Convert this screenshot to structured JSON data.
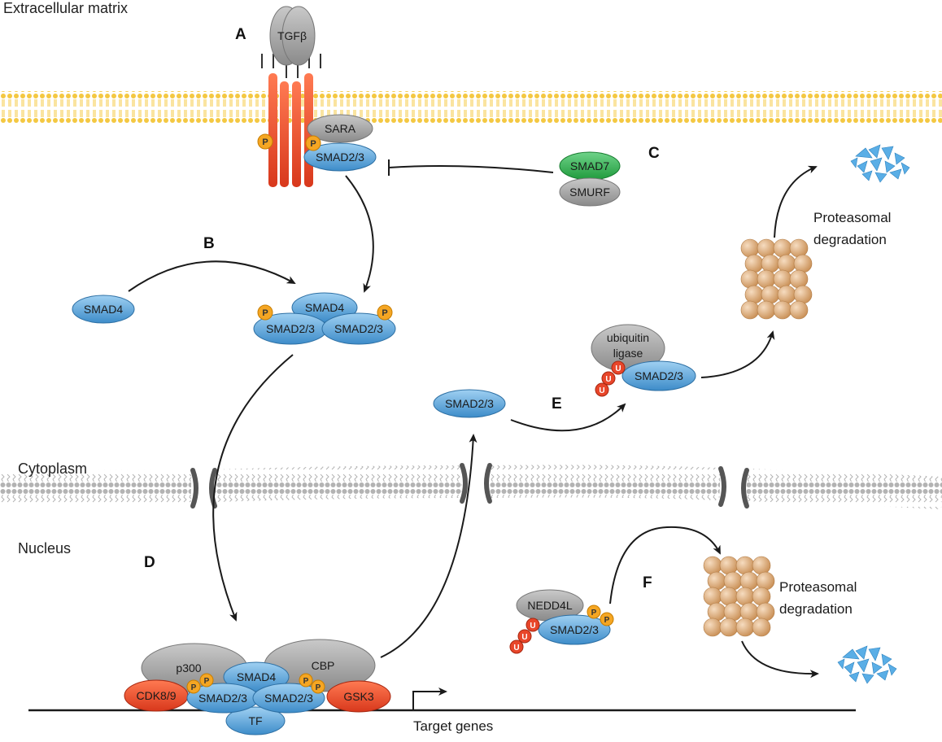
{
  "regions": {
    "extracellular": "Extracellular matrix",
    "cytoplasm": "Cytoplasm",
    "nucleus": "Nucleus"
  },
  "panels": {
    "a": "A",
    "b": "B",
    "c": "C",
    "d": "D",
    "e": "E",
    "f": "F"
  },
  "molecules": {
    "tgfb": "TGFβ",
    "sara": "SARA",
    "smad23": "SMAD2/3",
    "smad4": "SMAD4",
    "smad7": "SMAD7",
    "smurf": "SMURF",
    "ubiquitin_ligase_1": "ubiquitin",
    "ubiquitin_ligase_2": "ligase",
    "nedd4l": "NEDD4L",
    "p300": "p300",
    "cbp": "CBP",
    "cdk89": "CDK8/9",
    "gsk3": "GSK3",
    "tf": "TF"
  },
  "marks": {
    "phospho": "P",
    "ubiquitin": "U"
  },
  "labels": {
    "proteasomal_1": "Proteasomal",
    "proteasomal_2": "degradation",
    "target_genes": "Target genes"
  },
  "colors": {
    "blue": "#4f9fd8",
    "grey": "#9a9a9a",
    "green": "#28a845",
    "red": "#e8462a",
    "orange": "#f5a623",
    "proteasome": "#d9a877",
    "membrane": "#f2c94c"
  }
}
